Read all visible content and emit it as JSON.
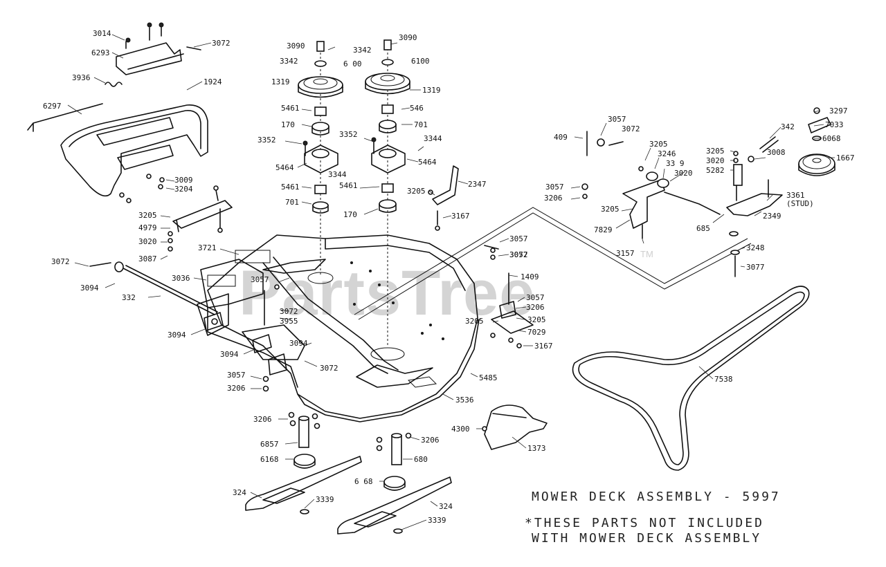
{
  "watermark": {
    "text": "PartsTree",
    "tm": "TM"
  },
  "title": "MOWER DECK ASSEMBLY - 5997",
  "note_line1": "*THESE PARTS NOT INCLUDED",
  "note_line2": "WITH MOWER DECK ASSEMBLY",
  "callouts": {
    "c1": "3014",
    "c2": "3072",
    "c3": "6293",
    "c4": "3936",
    "c5": "1924",
    "c6": "6297",
    "c7": "3009",
    "c8": "3204",
    "c9": "3205",
    "c10": "4979",
    "c11": "3020",
    "c12": "3087",
    "c13": "3721",
    "c14": "3036",
    "c15": "3072",
    "c16": "3094",
    "c17": "332",
    "c18": "3094",
    "c19": "3094",
    "c20": "3057",
    "c21": "3206",
    "c22": "3090",
    "c23": "3342",
    "c24": "6 00",
    "c25": "1319",
    "c26": "5461",
    "c27": "170",
    "c28": "3352",
    "c29": "5464",
    "c30": "3344",
    "c31": "5461",
    "c32": "701",
    "c33": "3090",
    "c34": "3342",
    "c35": "6100",
    "c36": "1319",
    "c37": "546",
    "c38": "701",
    "c39": "3352",
    "c40": "3344",
    "c41": "5464",
    "c42": "5461",
    "c43": "170",
    "c44": "3205",
    "c45": "2347",
    "c46": "3167",
    "c47": "3057",
    "c48": "3072",
    "c49": "3955",
    "c50": "3094",
    "c51": "3072",
    "c52": "3057",
    "c53": "3072",
    "c54": "3057",
    "c55": "1409",
    "c56": "3057",
    "c57": "3206",
    "c58": "3205",
    "c59": "3205",
    "c60": "7029",
    "c61": "3167",
    "c62": "5485",
    "c63": "3536",
    "c64": "409",
    "c65": "3057",
    "c66": "3072",
    "c67": "3205",
    "c68": "3246",
    "c69": "33 9",
    "c70": "3020",
    "c71": "3057",
    "c72": "3206",
    "c73": "3205",
    "c74": "7829",
    "c75": "3157",
    "c76": "3205",
    "c77": "3020",
    "c78": "5282",
    "c79": "342",
    "c80": "3008",
    "c81": "3297",
    "c82": "7033",
    "c83": "6068",
    "c84": "1667",
    "c85": "3361",
    "c86": "(STUD)",
    "c87": "2349",
    "c88": "685",
    "c89": "3248",
    "c90": "3077",
    "c91": "7538",
    "c92": "3206",
    "c93": "6857",
    "c94": "6168",
    "c95": "324",
    "c96": "3339",
    "c97": "3206",
    "c98": "680",
    "c99": "6 68",
    "c100": "324",
    "c101": "3339",
    "c102": "4300",
    "c103": "1373"
  }
}
